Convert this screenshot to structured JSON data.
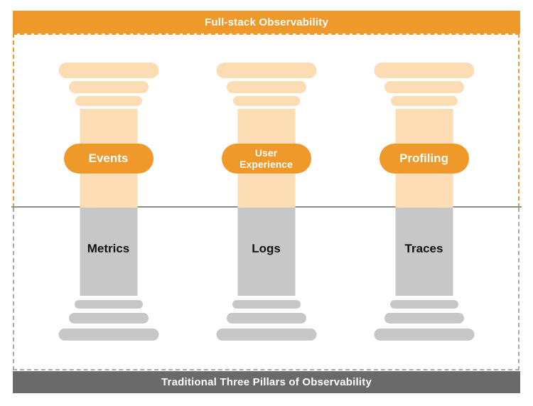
{
  "top_banner": {
    "label": "Full-stack Observability"
  },
  "bottom_banner": {
    "label": "Traditional Three Pillars of Observability"
  },
  "pillars": [
    {
      "full_stack_label": "Events",
      "traditional_label": "Metrics"
    },
    {
      "full_stack_label": "User Experience",
      "traditional_label": "Logs"
    },
    {
      "full_stack_label": "Profiling",
      "traditional_label": "Traces"
    }
  ],
  "colors": {
    "orange": "#F0992B",
    "peach": "#FBDCB3",
    "pillar-gray": "#C7C7C7",
    "banner-gray": "#6A6A6A"
  }
}
